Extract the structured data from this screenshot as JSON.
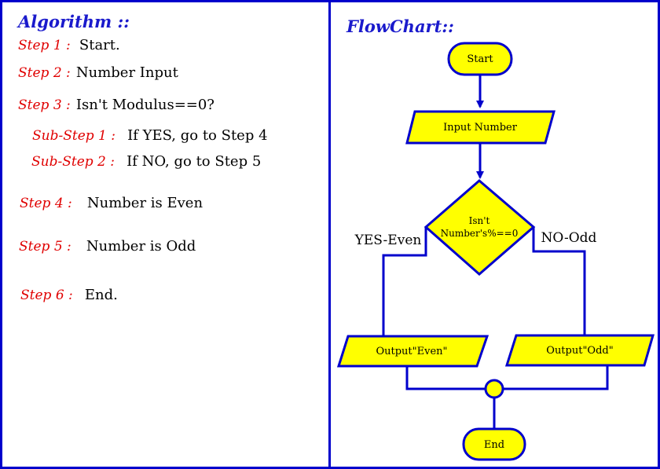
{
  "algorithm": {
    "heading": "Algorithm ::",
    "steps": [
      {
        "label": "Step 1 :",
        "text": "Start."
      },
      {
        "label": "Step 2 :",
        "text": "Number Input"
      },
      {
        "label": "Step 3 :",
        "text": "Isn't Modulus==0?"
      },
      {
        "label": "Sub-Step 1 :",
        "text": "If YES, go to Step 4"
      },
      {
        "label": "Sub-Step 2 :",
        "text": "If NO, go to Step 5"
      },
      {
        "label": "Step 4 :",
        "text": "Number is Even"
      },
      {
        "label": "Step 5 :",
        "text": "Number is Odd"
      },
      {
        "label": "Step 6 :",
        "text": "End."
      }
    ]
  },
  "flowchart": {
    "heading": "FlowChart::",
    "start": "Start",
    "input": "Input Number",
    "decision_line1": "Isn't",
    "decision_line2": "Number's%==0",
    "yes_label": "YES-Even",
    "no_label": "NO-Odd",
    "output_even": "Output\"Even\"",
    "output_odd": "Output\"Odd\"",
    "end": "End"
  },
  "colors": {
    "border": "#0000cc",
    "shape_fill": "#ffff00",
    "heading": "#1a1acc",
    "step_label": "#e00000"
  }
}
